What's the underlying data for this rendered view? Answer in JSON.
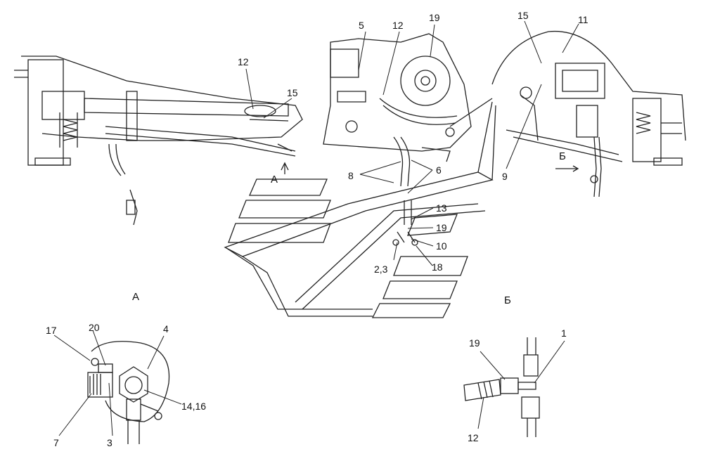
{
  "labels": {
    "l12a": "12",
    "l15a": "15",
    "lA_arrow": "А",
    "l5": "5",
    "l12b": "12",
    "l19a": "19",
    "l8": "8",
    "l6": "6",
    "l13": "13",
    "l19b": "19",
    "l10": "10",
    "l23": "2,3",
    "l18": "18",
    "l15b": "15",
    "l11": "11",
    "l9": "9",
    "lB_arrow": "Б",
    "lA_view": "А",
    "lB_view": "Б",
    "l17": "17",
    "l20": "20",
    "l4": "4",
    "l1416": "14,16",
    "l7": "7",
    "l3": "3",
    "l19c": "19",
    "l1": "1",
    "l12c": "12"
  }
}
